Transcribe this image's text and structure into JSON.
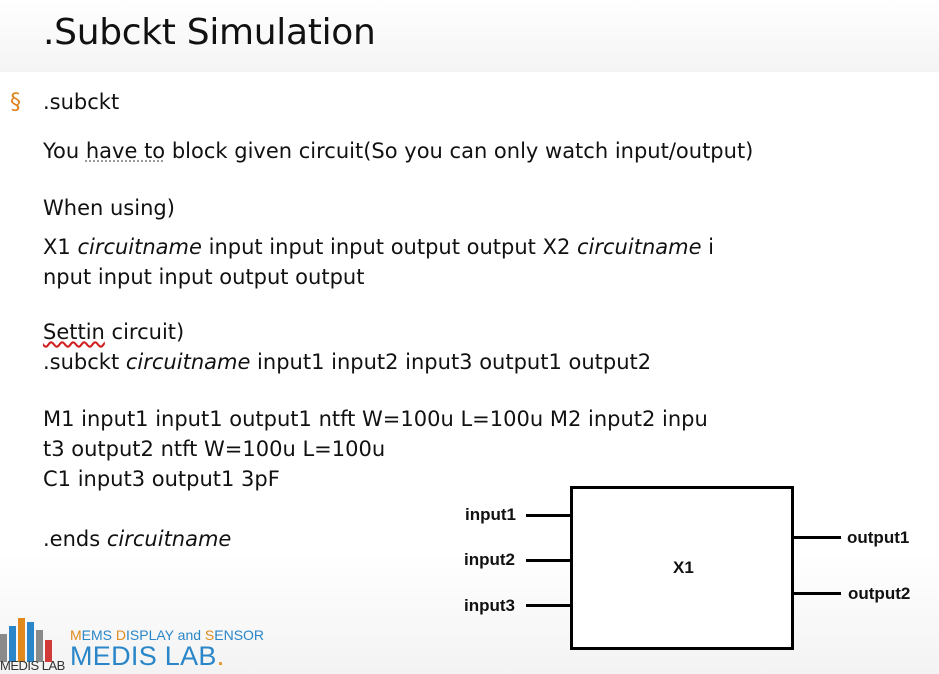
{
  "slide": {
    "title": ".Subckt Simulation",
    "bullet_symbol": "§",
    "bullet_text": ".subckt",
    "line1_pre": "You ",
    "line1_ul": "have to",
    "line1_post": " block given circuit(So you can only watch input/output)",
    "when_using": "When using)",
    "x_line1_a": "X1 ",
    "x_line1_b": "circuitname",
    "x_line1_c": " input input input output output  X2 ",
    "x_line1_d": "circuitname",
    "x_line1_e": " i",
    "x_line2": "nput input input output output",
    "settin_ul": "Settin",
    "settin_post": " circuit)",
    "subckt_a": ".subckt ",
    "subckt_b": "circuitname",
    "subckt_c": " input1 input2 input3 output1 output2",
    "m_line1": "M1 input1 input1 output1 ntft W=100u L=100u  M2 input2 inpu",
    "m_line2": "t3 output2 ntft W=100u L=100u",
    "c_line": "C1  input3 output1 3pF",
    "ends_a": ".ends ",
    "ends_b": "circuitname"
  },
  "diagram": {
    "block_label": "X1",
    "inputs": [
      "input1",
      "input2",
      "input3"
    ],
    "outputs": [
      "output1",
      "output2"
    ]
  },
  "logo": {
    "sub_m": "M",
    "sub_ems": "EMS ",
    "sub_d": "D",
    "sub_isplay": "ISPLAY and ",
    "sub_s": "S",
    "sub_ensor": "ENSOR",
    "main": "MEDIS LAB",
    "main_dot": ".",
    "small": "MEDIS LAB",
    "colors": {
      "blue": "#2a86c8",
      "orange": "#e08a1e"
    }
  }
}
